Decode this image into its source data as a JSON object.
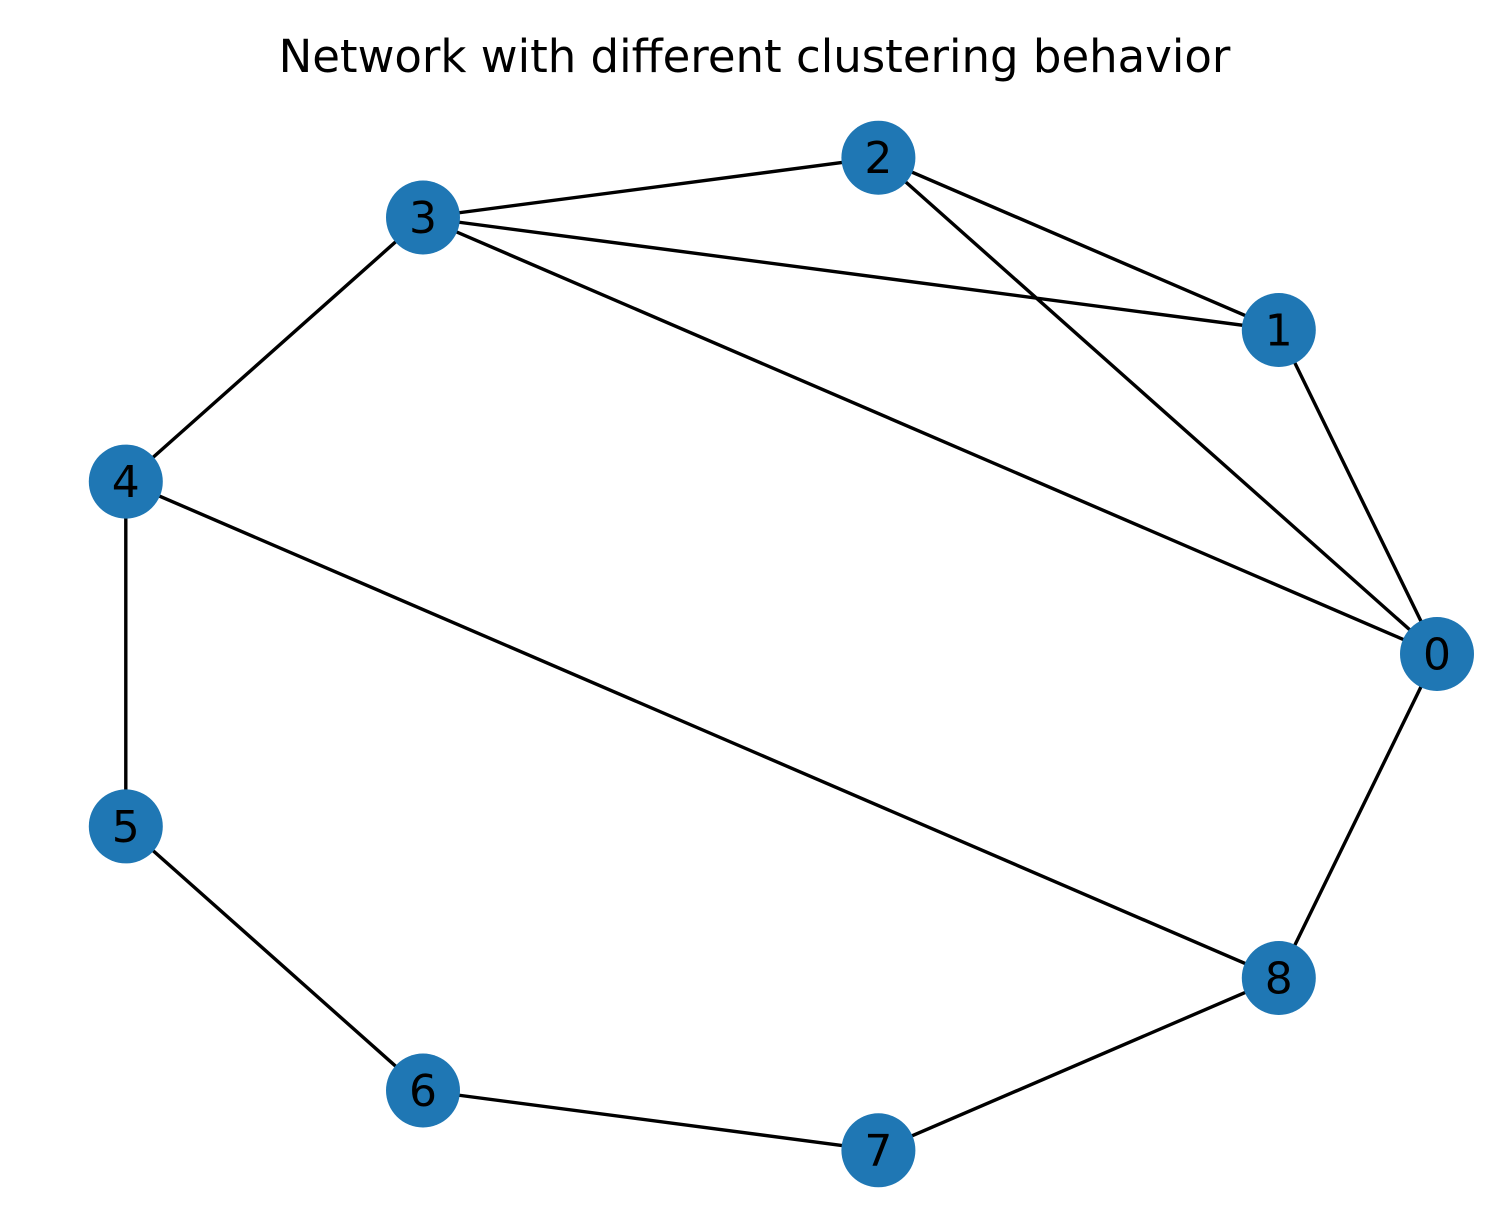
{
  "title": "Network with different clustering behavior",
  "colors": {
    "node_fill": "#1f77b4",
    "edge_stroke": "#000000",
    "label_color": "#000000",
    "background": "#ffffff"
  },
  "nodes": [
    {
      "id": "0",
      "label": "0"
    },
    {
      "id": "1",
      "label": "1"
    },
    {
      "id": "2",
      "label": "2"
    },
    {
      "id": "3",
      "label": "3"
    },
    {
      "id": "4",
      "label": "4"
    },
    {
      "id": "5",
      "label": "5"
    },
    {
      "id": "6",
      "label": "6"
    },
    {
      "id": "7",
      "label": "7"
    },
    {
      "id": "8",
      "label": "8"
    }
  ],
  "edges": [
    {
      "source": "0",
      "target": "1"
    },
    {
      "source": "0",
      "target": "2"
    },
    {
      "source": "0",
      "target": "3"
    },
    {
      "source": "0",
      "target": "8"
    },
    {
      "source": "1",
      "target": "2"
    },
    {
      "source": "1",
      "target": "3"
    },
    {
      "source": "2",
      "target": "3"
    },
    {
      "source": "3",
      "target": "4"
    },
    {
      "source": "4",
      "target": "5"
    },
    {
      "source": "4",
      "target": "8"
    },
    {
      "source": "5",
      "target": "6"
    },
    {
      "source": "6",
      "target": "7"
    },
    {
      "source": "7",
      "target": "8"
    }
  ]
}
